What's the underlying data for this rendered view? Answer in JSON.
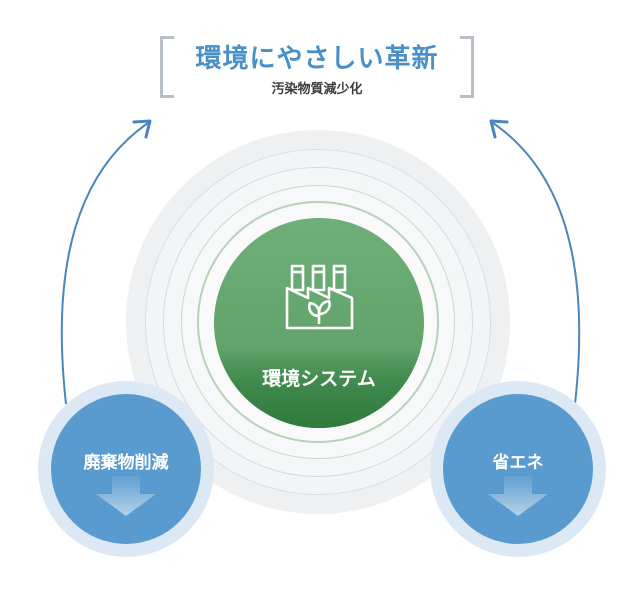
{
  "header": {
    "title": "環境にやさしい革新",
    "subtitle": "汚染物質減少化"
  },
  "center": {
    "label": "環境システム",
    "icon": "factory-leaf-icon"
  },
  "left_node": {
    "label": "廃棄物削減",
    "icon": "down-arrow-icon"
  },
  "right_node": {
    "label": "省エネ",
    "icon": "down-arrow-icon"
  },
  "colors": {
    "title_blue": "#4a90c8",
    "core_green": "#62a46c",
    "node_blue": "#5a9bcf",
    "arc_blue": "#4a86bd"
  }
}
